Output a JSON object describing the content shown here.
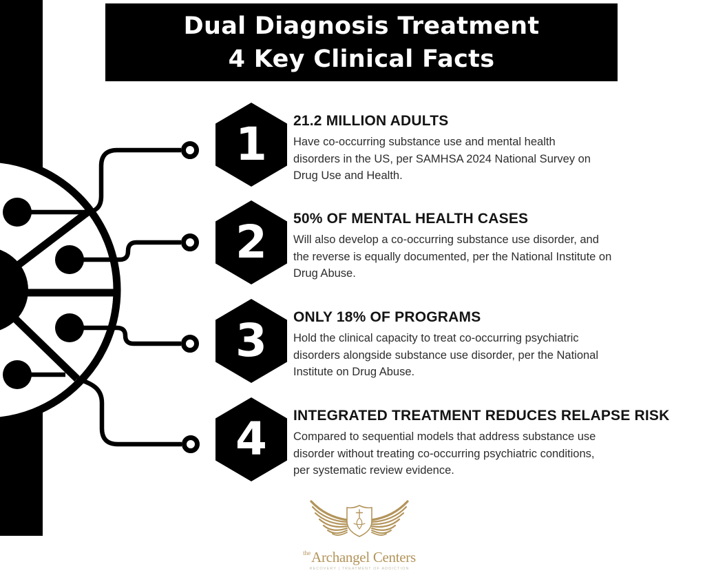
{
  "title": {
    "line1": "Dual Diagnosis Treatment",
    "line2": "4 Key Clinical Facts"
  },
  "facts": [
    {
      "number": "1",
      "heading": "21.2 MILLION ADULTS",
      "lines": [
        "Have co-occurring substance use and mental health",
        "disorders in the US, per SAMHSA 2024 National Survey on",
        "Drug Use and Health."
      ]
    },
    {
      "number": "2",
      "heading": "50% OF MENTAL HEALTH CASES",
      "lines": [
        "Will also develop a co-occurring substance use disorder, and",
        "the reverse is equally documented, per the National Institute on",
        "Drug Abuse."
      ]
    },
    {
      "number": "3",
      "heading": "ONLY 18% OF PROGRAMS",
      "lines": [
        "Hold the clinical capacity to treat co-occurring psychiatric",
        "disorders alongside substance use disorder, per the National",
        "Institute on Drug Abuse."
      ]
    },
    {
      "number": "4",
      "heading": "INTEGRATED TREATMENT REDUCES RELAPSE RISK",
      "lines": [
        "Compared to sequential models that address substance use",
        "disorder without treating co-occurring psychiatric conditions,",
        "per systematic review evidence."
      ]
    }
  ],
  "logo": {
    "prefix": "the",
    "name": "Archangel Centers",
    "tagline": "RECOVERY | TREATMENT OF ADDICTION"
  },
  "colors": {
    "ink": "#000000",
    "banner_bg": "#000000",
    "banner_text": "#ffffff",
    "heading_text": "#141414",
    "body_text": "#2d2d2d",
    "logo_gold": "#b3945a",
    "background": "#ffffff"
  }
}
